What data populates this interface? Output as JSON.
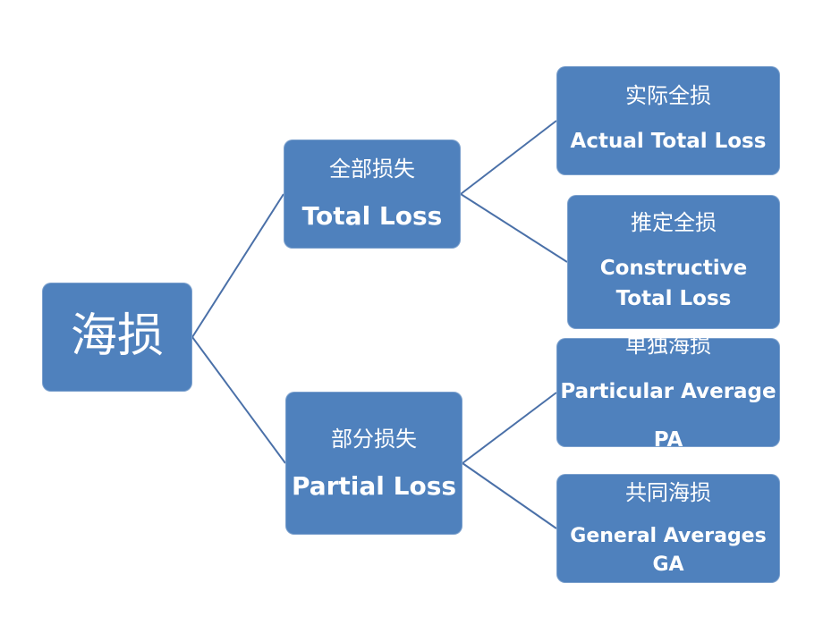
{
  "diagram": {
    "root": {
      "label": "海损"
    },
    "total_loss": {
      "label_zh": "全部损失",
      "label_en": "Total Loss"
    },
    "partial_loss": {
      "label_zh": "部分损失",
      "label_en": "Partial Loss"
    },
    "actual_total_loss": {
      "label_zh": "实际全损",
      "label_en": "Actual Total Loss"
    },
    "constructive_total_loss": {
      "label_zh": "推定全损",
      "label_en_line1": "Constructive",
      "label_en_line2": "Total Loss"
    },
    "particular_average": {
      "label_zh": "单独海损",
      "label_en": "Particular Average",
      "abbr": "PA"
    },
    "general_averages": {
      "label_zh": "共同海损",
      "label_en": "General Averages",
      "abbr": "GA"
    }
  },
  "colors": {
    "node_fill": "#4f81bd",
    "connector": "#4a70a8",
    "text": "#ffffff"
  }
}
